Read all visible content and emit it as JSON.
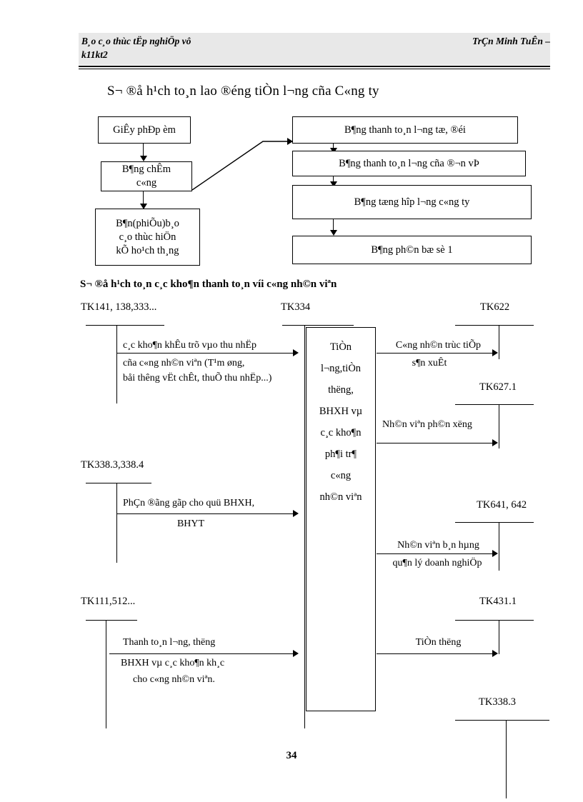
{
  "header": {
    "left_line1": "B¸o c¸o thùc tËp nghiÖp vô",
    "left_line2": "k11kt2",
    "right": "TrÇn Minh TuÊn –"
  },
  "titles": {
    "flowchart_title": "S¬ ®å h¹ch to¸n lao ®éng tiÒn l­¬ng  cña C«ng ty",
    "taccount_title": "S¬ ®å h¹ch to¸n c¸c kho¶n thanh to¸n víi c«ng nh©n viªn"
  },
  "flowchart": {
    "left_boxes": [
      {
        "label": "GiÊy phÐp èm"
      },
      {
        "label": "B¶ng chÊm\nc«ng"
      },
      {
        "label": "B¶n(phiÕu)b¸o\nc¸o thùc hiÖn\nkÕ ho¹ch th¸ng"
      }
    ],
    "right_boxes": [
      {
        "label": "B¶ng thanh to¸n l­¬ng  tæ, ®éi"
      },
      {
        "label": "B¶ng thanh to¸n l­¬ng  cña ®¬n vÞ"
      },
      {
        "label": "B¶ng tæng hîp l­¬ng  c«ng ty"
      },
      {
        "label": "B¶ng ph©n bæ sè 1"
      }
    ]
  },
  "taccounts": {
    "center": {
      "account": "TK334",
      "lines": [
        "TiÒn",
        "l­¬ng,tiÒn",
        "th­ëng,",
        "BHXH vµ",
        "c¸c kho¶n",
        "ph¶i tr¶",
        "c«ng",
        "nh©n viªn"
      ]
    },
    "left": [
      {
        "account": "TK141, 138,333...",
        "caption_lines": [
          "c¸c kho¶n khÊu trõ vµo thu nhËp",
          "cña c«ng nh©n viªn (T¹m øng,",
          "båi th­êng  vËt chÊt, thuÕ thu nhËp...)"
        ]
      },
      {
        "account": "TK338.3,338.4",
        "caption_lines": [
          "PhÇn ®ãng gãp cho quü BHXH,",
          "BHYT"
        ]
      },
      {
        "account": "TK111,512...",
        "caption_lines": [
          "Thanh to¸n l­¬ng,  th­ëng",
          "BHXH vµ c¸c kho¶n kh¸c",
          "cho c«ng nh©n viªn."
        ]
      }
    ],
    "right": [
      {
        "account": "TK622",
        "caption_lines": [
          "C«ng nh©n trùc tiÕp",
          "s¶n xuÊt"
        ]
      },
      {
        "account": "TK627.1",
        "caption_lines": [
          "Nh©n viªn ph©n x­ëng"
        ]
      },
      {
        "account": "TK641, 642",
        "caption_lines": [
          "Nh©n viªn b¸n hµng",
          "qu¶n lý doanh nghiÖp"
        ]
      },
      {
        "account": "TK431.1",
        "caption_lines": [
          "TiÒn th­ëng"
        ]
      },
      {
        "account": "TK338.3",
        "caption_lines": []
      }
    ]
  },
  "footer": {
    "page_number": "34"
  }
}
